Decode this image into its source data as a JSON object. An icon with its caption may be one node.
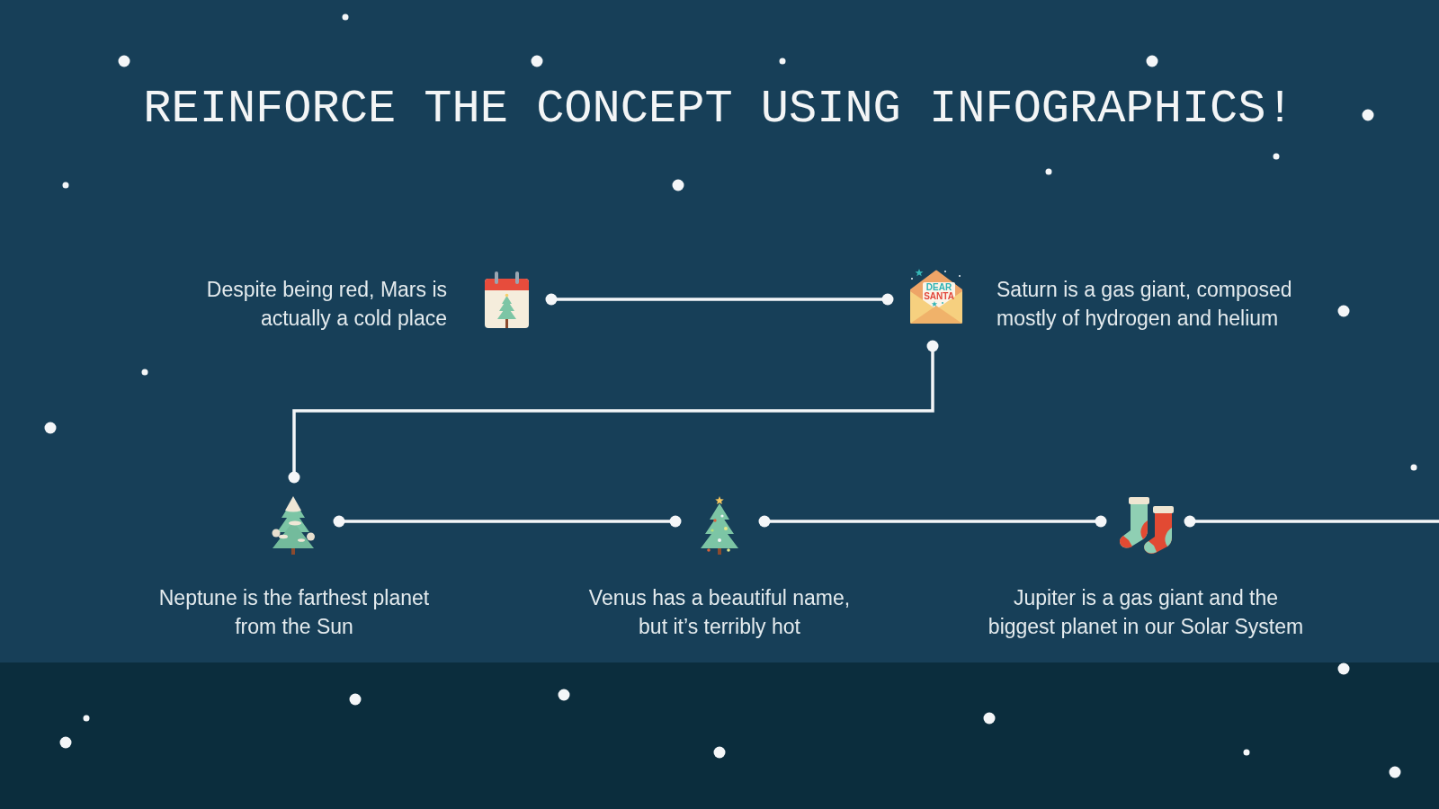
{
  "diagram": {
    "title": "REINFORCE THE CONCEPT USING INFOGRAPHICS!",
    "nodes": [
      {
        "text": [
          "Despite being red, Mars is actually a cold place"
        ]
      },
      {
        "text": [
          "Saturn is a gas giant, composed mostly of hydrogen and helium"
        ]
      },
      {
        "text": [
          "Neptune is the farthest planet from the Sun"
        ]
      },
      {
        "text": [
          "Venus has a beautiful name, but it’s terribly hot"
        ]
      },
      {
        "text": [
          "Jupiter is a gas giant and the biggest planet in our Solar System"
        ]
      }
    ],
    "edges": [
      {
        "from": 0,
        "to": 1,
        "arrow": "other"
      },
      {
        "from": 1,
        "to": 2,
        "arrow": "other"
      },
      {
        "from": 2,
        "to": 3,
        "arrow": "other"
      },
      {
        "from": 3,
        "to": 4,
        "arrow": "other"
      },
      {
        "from": 4,
        "to": null,
        "arrow": "other"
      }
    ],
    "labels": [
      "DEAR",
      "SANTA"
    ]
  }
}
